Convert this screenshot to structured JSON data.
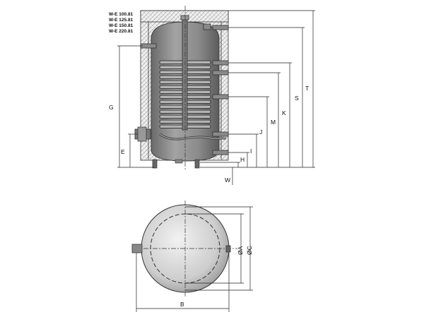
{
  "models": [
    "W-E 100.81",
    "W-E 125.81",
    "W-E 150.81",
    "W-E 220.81"
  ],
  "side_dims": {
    "T": "T",
    "S": "S",
    "K": "K",
    "M": "M",
    "J": "J",
    "I": "I",
    "H": "H",
    "G": "G",
    "E": "E",
    "W": "W"
  },
  "top_dims": {
    "A": "ØA",
    "C": "ØC",
    "B": "B"
  },
  "colors": {
    "tank_fill": "#8e8e8e",
    "tank_dark": "#5d5d5d",
    "insulation": "#d9d9d9",
    "line": "#222222",
    "top_disk": "#cfcfcf"
  }
}
